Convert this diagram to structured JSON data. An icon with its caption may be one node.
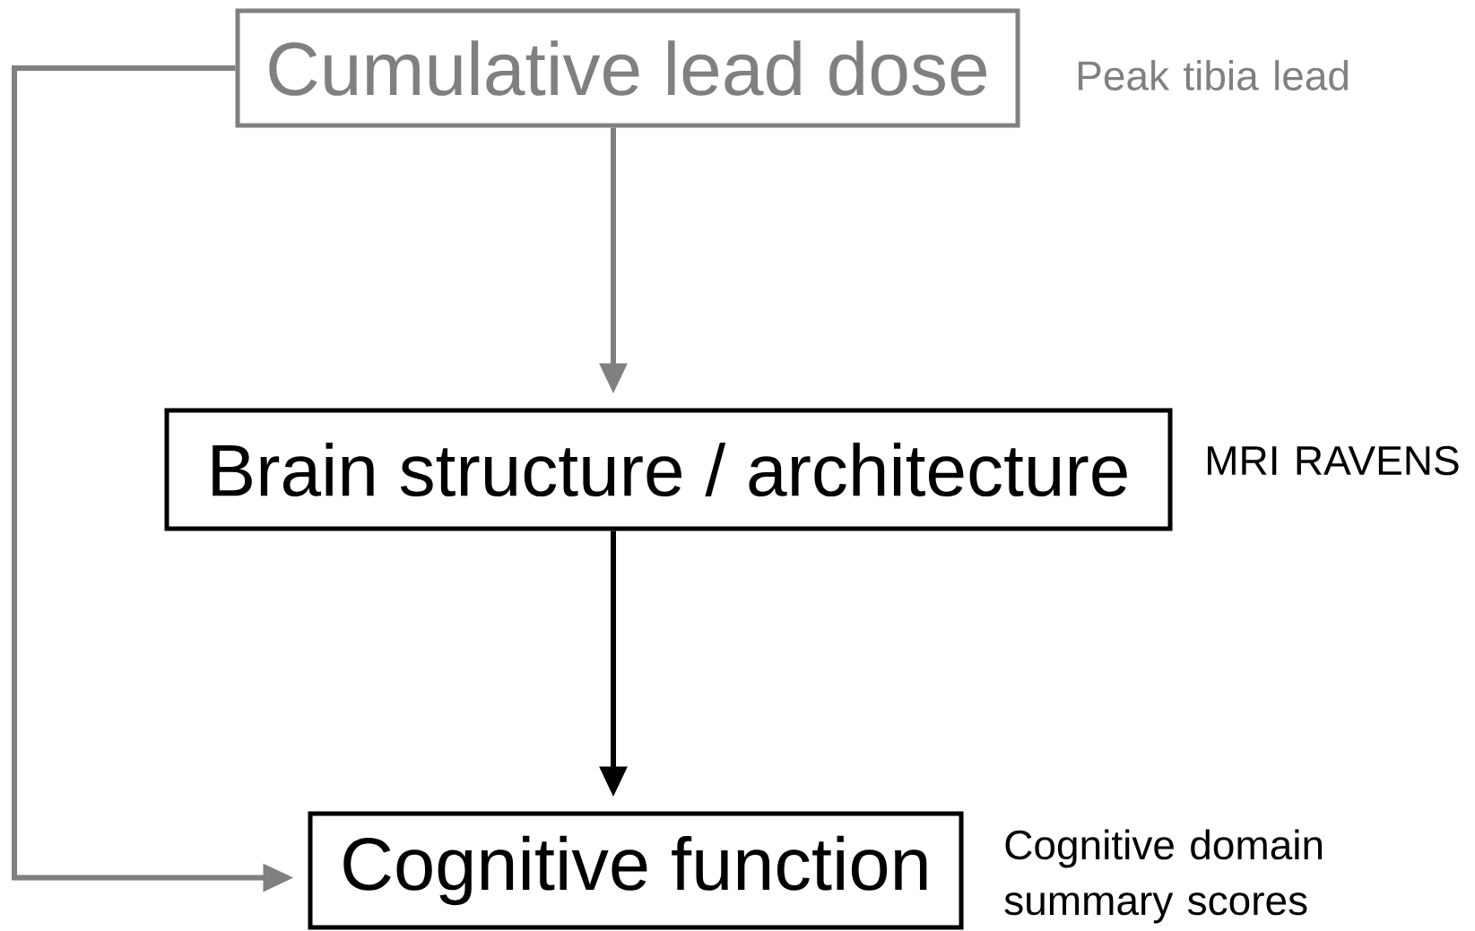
{
  "diagram": {
    "nodes": [
      {
        "text": [
          "Cumulative lead dose"
        ],
        "beside": [
          "Peak tibia lead"
        ]
      },
      {
        "text": [
          "Brain structure / architecture"
        ],
        "beside": [
          "MRI RAVENS"
        ]
      },
      {
        "text": [
          "Cognitive function"
        ],
        "beside": [
          "Cognitive domain summary scores"
        ]
      }
    ],
    "edges": [
      {
        "from": 0,
        "to": 1,
        "arrow": "to",
        "color": "#808080"
      },
      {
        "from": 1,
        "to": 2,
        "arrow": "to",
        "color": "#000000"
      },
      {
        "from": 0,
        "to": 2,
        "arrow": "to",
        "color": "#808080"
      }
    ]
  }
}
